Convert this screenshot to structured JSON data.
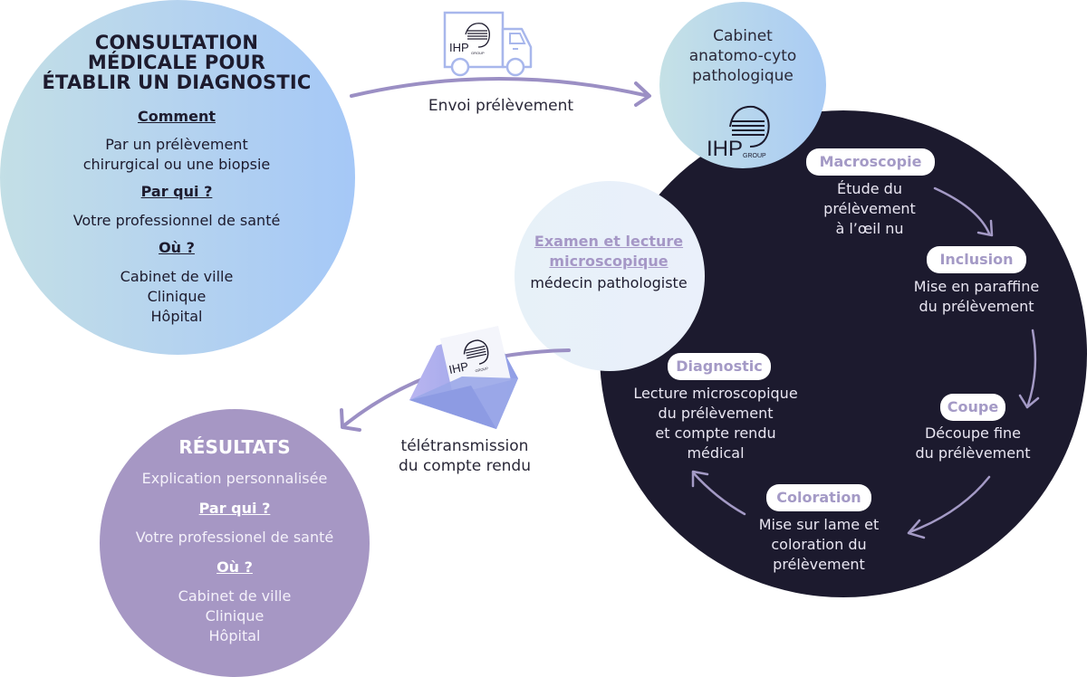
{
  "colors": {
    "dark_circle": "#1c1a2e",
    "results_circle": "#a697c4",
    "pill_text": "#a49ac6",
    "arrow": "#9b8fc4",
    "icon_stroke": "#a8b7ec"
  },
  "consultation": {
    "title_lines": [
      "CONSULTATION",
      "MÉDICALE POUR",
      "ÉTABLIR UN DIAGNOSTIC"
    ],
    "how_label": "Comment",
    "how_lines": [
      "Par un prélèvement",
      "chirurgical ou une biopsie"
    ],
    "who_label": "Par qui ?",
    "who_text": "Votre professionnel de santé",
    "where_label": "Où ?",
    "where_lines": [
      "Cabinet de ville",
      "Clinique",
      "Hôpital"
    ]
  },
  "shipping": {
    "icon": "delivery-truck-icon",
    "logo_text": "IHP",
    "logo_sub": "GROUP",
    "label": "Envoi prélèvement"
  },
  "cabinet": {
    "lines": [
      "Cabinet",
      "anatomo-cyto",
      "pathologique"
    ],
    "logo_text": "IHP",
    "logo_sub": "GROUP"
  },
  "examen": {
    "title_lines": [
      "Examen et lecture",
      "microscopique"
    ],
    "subtitle": "médecin pathologiste"
  },
  "steps": [
    {
      "name": "Macroscopie",
      "lines": [
        "Étude du",
        "prélèvement",
        "à l’œil nu"
      ]
    },
    {
      "name": "Inclusion",
      "lines": [
        "Mise en paraffine",
        "du prélèvement"
      ]
    },
    {
      "name": "Coupe",
      "lines": [
        "Découpe fine",
        "du prélèvement"
      ]
    },
    {
      "name": "Coloration",
      "lines": [
        "Mise sur lame et",
        "coloration du",
        "prélèvement"
      ]
    },
    {
      "name": "Diagnostic",
      "lines": [
        "Lecture microscopique",
        "du prélèvement",
        "et compte rendu",
        "médical"
      ]
    }
  ],
  "transmission": {
    "icon": "envelope-icon",
    "logo_text": "IHP",
    "logo_sub": "GROUP",
    "lines": [
      "télétransmission",
      "du compte rendu"
    ]
  },
  "results": {
    "title": "RÉSULTATS",
    "text": "Explication personnalisée",
    "who_label": "Par qui ?",
    "who_text": "Votre professionel de santé",
    "where_label": "Où ?",
    "where_lines": [
      "Cabinet de ville",
      "Clinique",
      "Hôpital"
    ]
  }
}
